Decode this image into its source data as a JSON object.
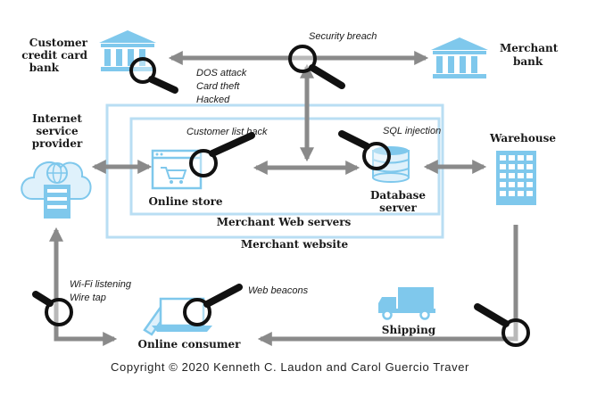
{
  "colors": {
    "arrow": "#8a8a8a",
    "icon_blue": "#7fc8ec",
    "icon_fill": "#dff1fb",
    "magnifier": "#111111",
    "box_border": "#b9def3"
  },
  "nodes": {
    "customer_bank": [
      "Customer",
      "credit card",
      "bank"
    ],
    "merchant_bank": [
      "Merchant",
      "bank"
    ],
    "isp": [
      "Internet",
      "service",
      "provider"
    ],
    "warehouse": "Warehouse",
    "online_store": "Online store",
    "database_server": [
      "Database",
      "server"
    ],
    "merchant_web_servers": "Merchant Web servers",
    "merchant_website": "Merchant website",
    "online_consumer": "Online consumer",
    "shipping": "Shipping"
  },
  "threats": {
    "security_breach": "Security breach",
    "dos": [
      "DOS attack",
      "Card theft",
      "Hacked"
    ],
    "customer_list_hack": "Customer list hack",
    "sql_injection": "SQL injection",
    "wifi": [
      "Wi-Fi listening",
      "Wire tap"
    ],
    "web_beacons": "Web beacons"
  },
  "icons": {
    "customer_bank": "bank-building-icon",
    "merchant_bank": "bank-building-icon",
    "isp": "cloud-server-icon",
    "warehouse": "office-building-icon",
    "online_store": "browser-cart-icon",
    "database_server": "database-cylinder-icon",
    "online_consumer": "laptop-phone-icon",
    "shipping": "delivery-truck-icon",
    "threat": "magnifying-glass-icon"
  },
  "copyright": "Copyright © 2020 Kenneth C. Laudon and Carol Guercio Traver"
}
